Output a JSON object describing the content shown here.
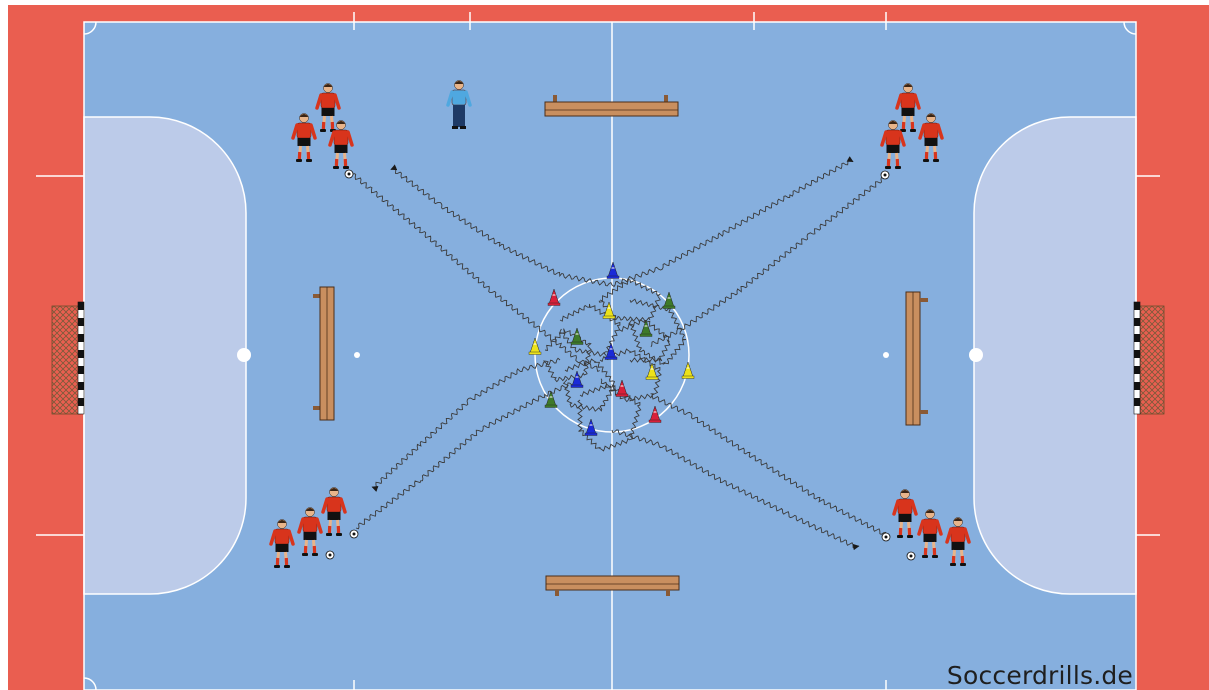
{
  "watermark": "Soccerdrills.de",
  "colors": {
    "outer": "#ea5e50",
    "court": "#86afde",
    "penalty_area": "#bccbe9",
    "lines": "#ffffff",
    "bench": "#c98f5f",
    "shirt": "#d8341c",
    "shorts": "#111111",
    "keeper_shirt": "#4fa8e0",
    "keeper_pants": "#1e3a66",
    "path": "#3a3a3a"
  },
  "cones": [
    {
      "color": "blue"
    },
    {
      "color": "red"
    },
    {
      "color": "green"
    },
    {
      "color": "yellow"
    },
    {
      "color": "green"
    },
    {
      "color": "green"
    },
    {
      "color": "yellow"
    },
    {
      "color": "blue"
    },
    {
      "color": "blue"
    },
    {
      "color": "yellow"
    },
    {
      "color": "yellow"
    },
    {
      "color": "red"
    },
    {
      "color": "green"
    },
    {
      "color": "red"
    },
    {
      "color": "blue"
    }
  ],
  "cone_colors": {
    "blue": "#1a2bd8",
    "red": "#d8203a",
    "green": "#3e7a2a",
    "yellow": "#ece21a"
  },
  "groups": [
    {
      "name": "top-left",
      "players": 3,
      "balls": 1
    },
    {
      "name": "top-right",
      "players": 3,
      "balls": 1
    },
    {
      "name": "bottom-left",
      "players": 3,
      "balls": 2
    },
    {
      "name": "bottom-right",
      "players": 3,
      "balls": 2
    }
  ],
  "goalkeeper": 1,
  "benches": 4,
  "goals": 2
}
